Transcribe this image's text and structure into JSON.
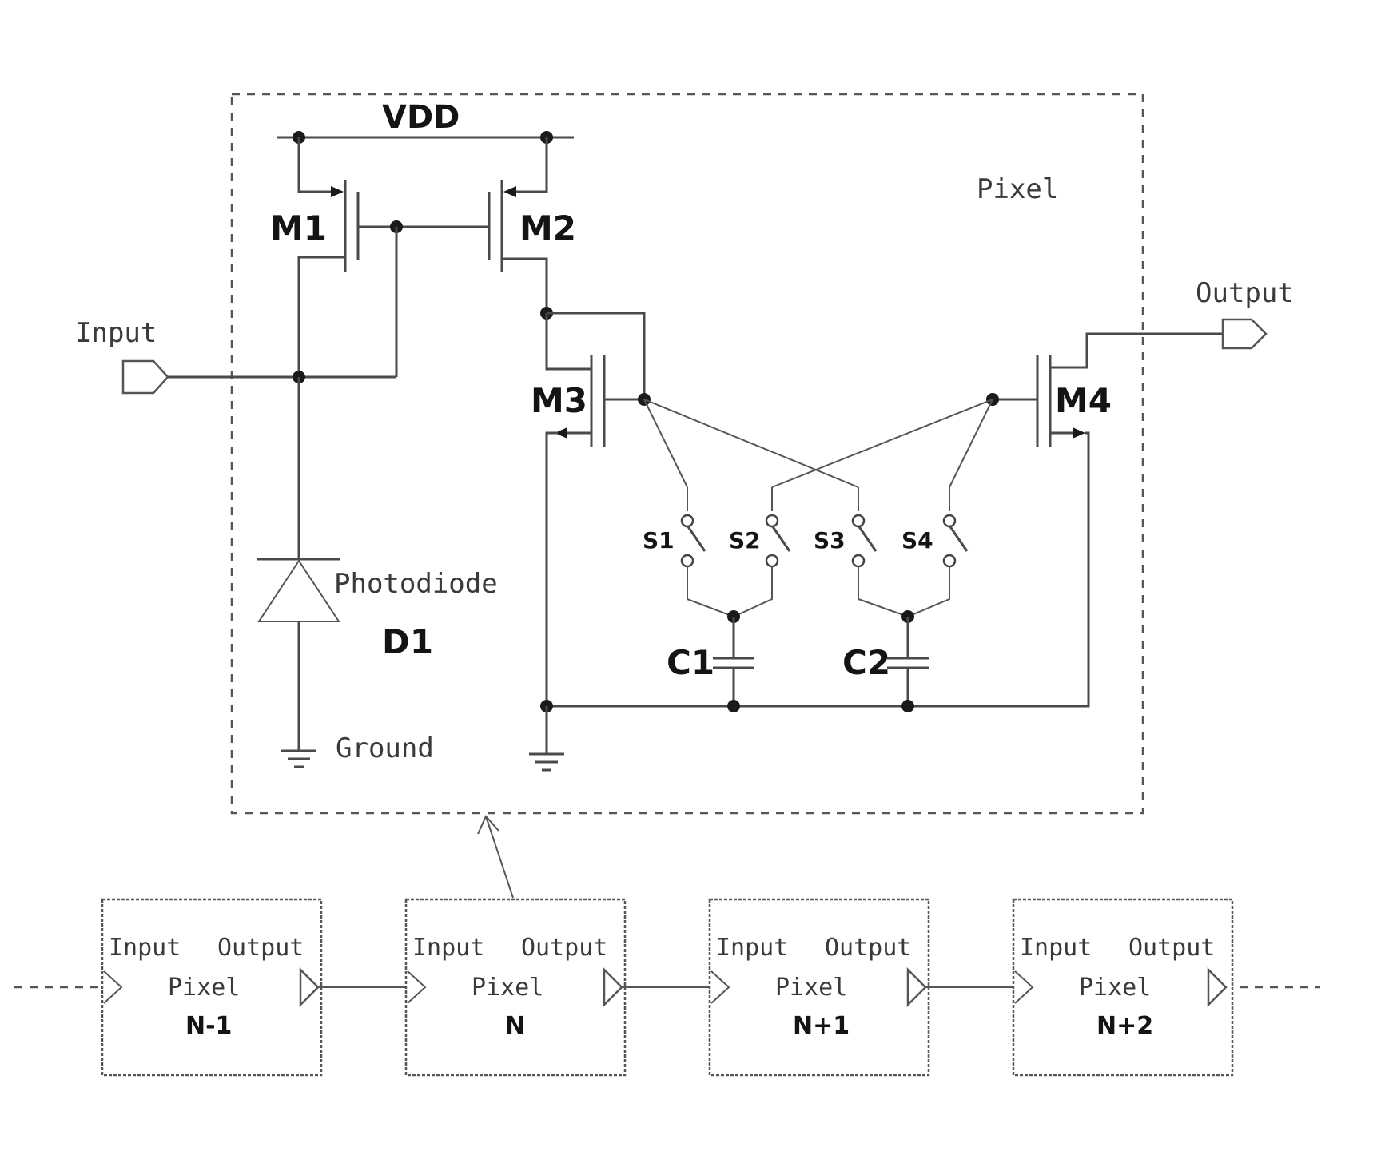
{
  "circuit": {
    "vdd_label": "VDD",
    "pixel_label": "Pixel",
    "input_label": "Input",
    "output_label": "Output",
    "m1_label": "M1",
    "m2_label": "M2",
    "m3_label": "M3",
    "m4_label": "M4",
    "s1_label": "S1",
    "s2_label": "S2",
    "s3_label": "S3",
    "s4_label": "S4",
    "c1_label": "C1",
    "c2_label": "C2",
    "photodiode_label": "Photodiode",
    "d1_label": "D1",
    "ground_label": "Ground"
  },
  "chain": [
    {
      "input": "Input",
      "output": "Output",
      "title": "Pixel",
      "index": "N-1"
    },
    {
      "input": "Input",
      "output": "Output",
      "title": "Pixel",
      "index": "N"
    },
    {
      "input": "Input",
      "output": "Output",
      "title": "Pixel",
      "index": "N+1"
    },
    {
      "input": "Input",
      "output": "Output",
      "title": "Pixel",
      "index": "N+2"
    }
  ]
}
